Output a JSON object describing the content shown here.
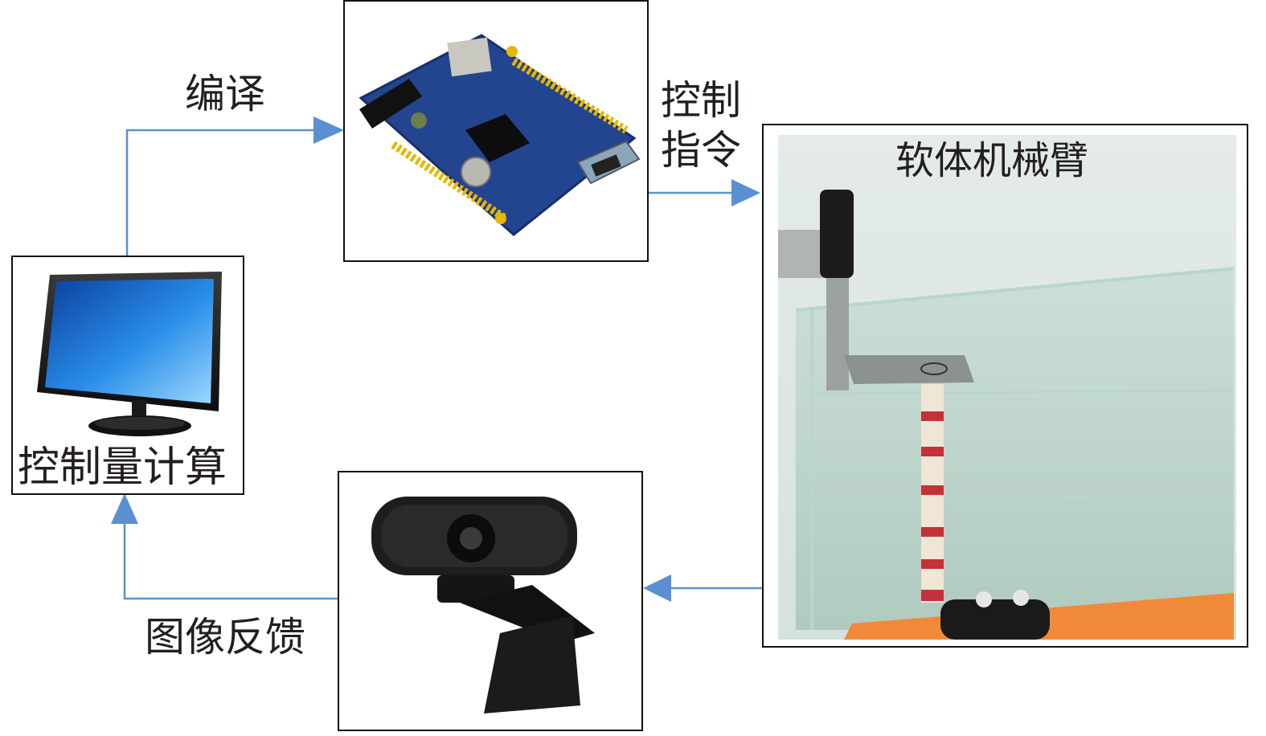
{
  "nodes": {
    "controller": {
      "label": "控制量计算"
    },
    "board": {
      "label": ""
    },
    "arm": {
      "label": "软体机械臂"
    },
    "camera": {
      "label": ""
    }
  },
  "edges": {
    "compile": {
      "label": "编译"
    },
    "command": {
      "label_line1": "控制",
      "label_line2": "指令"
    },
    "feedback": {
      "label": "图像反馈"
    }
  },
  "colors": {
    "arrow": "#5b8fd1",
    "border": "#111111",
    "text": "#231f20"
  }
}
